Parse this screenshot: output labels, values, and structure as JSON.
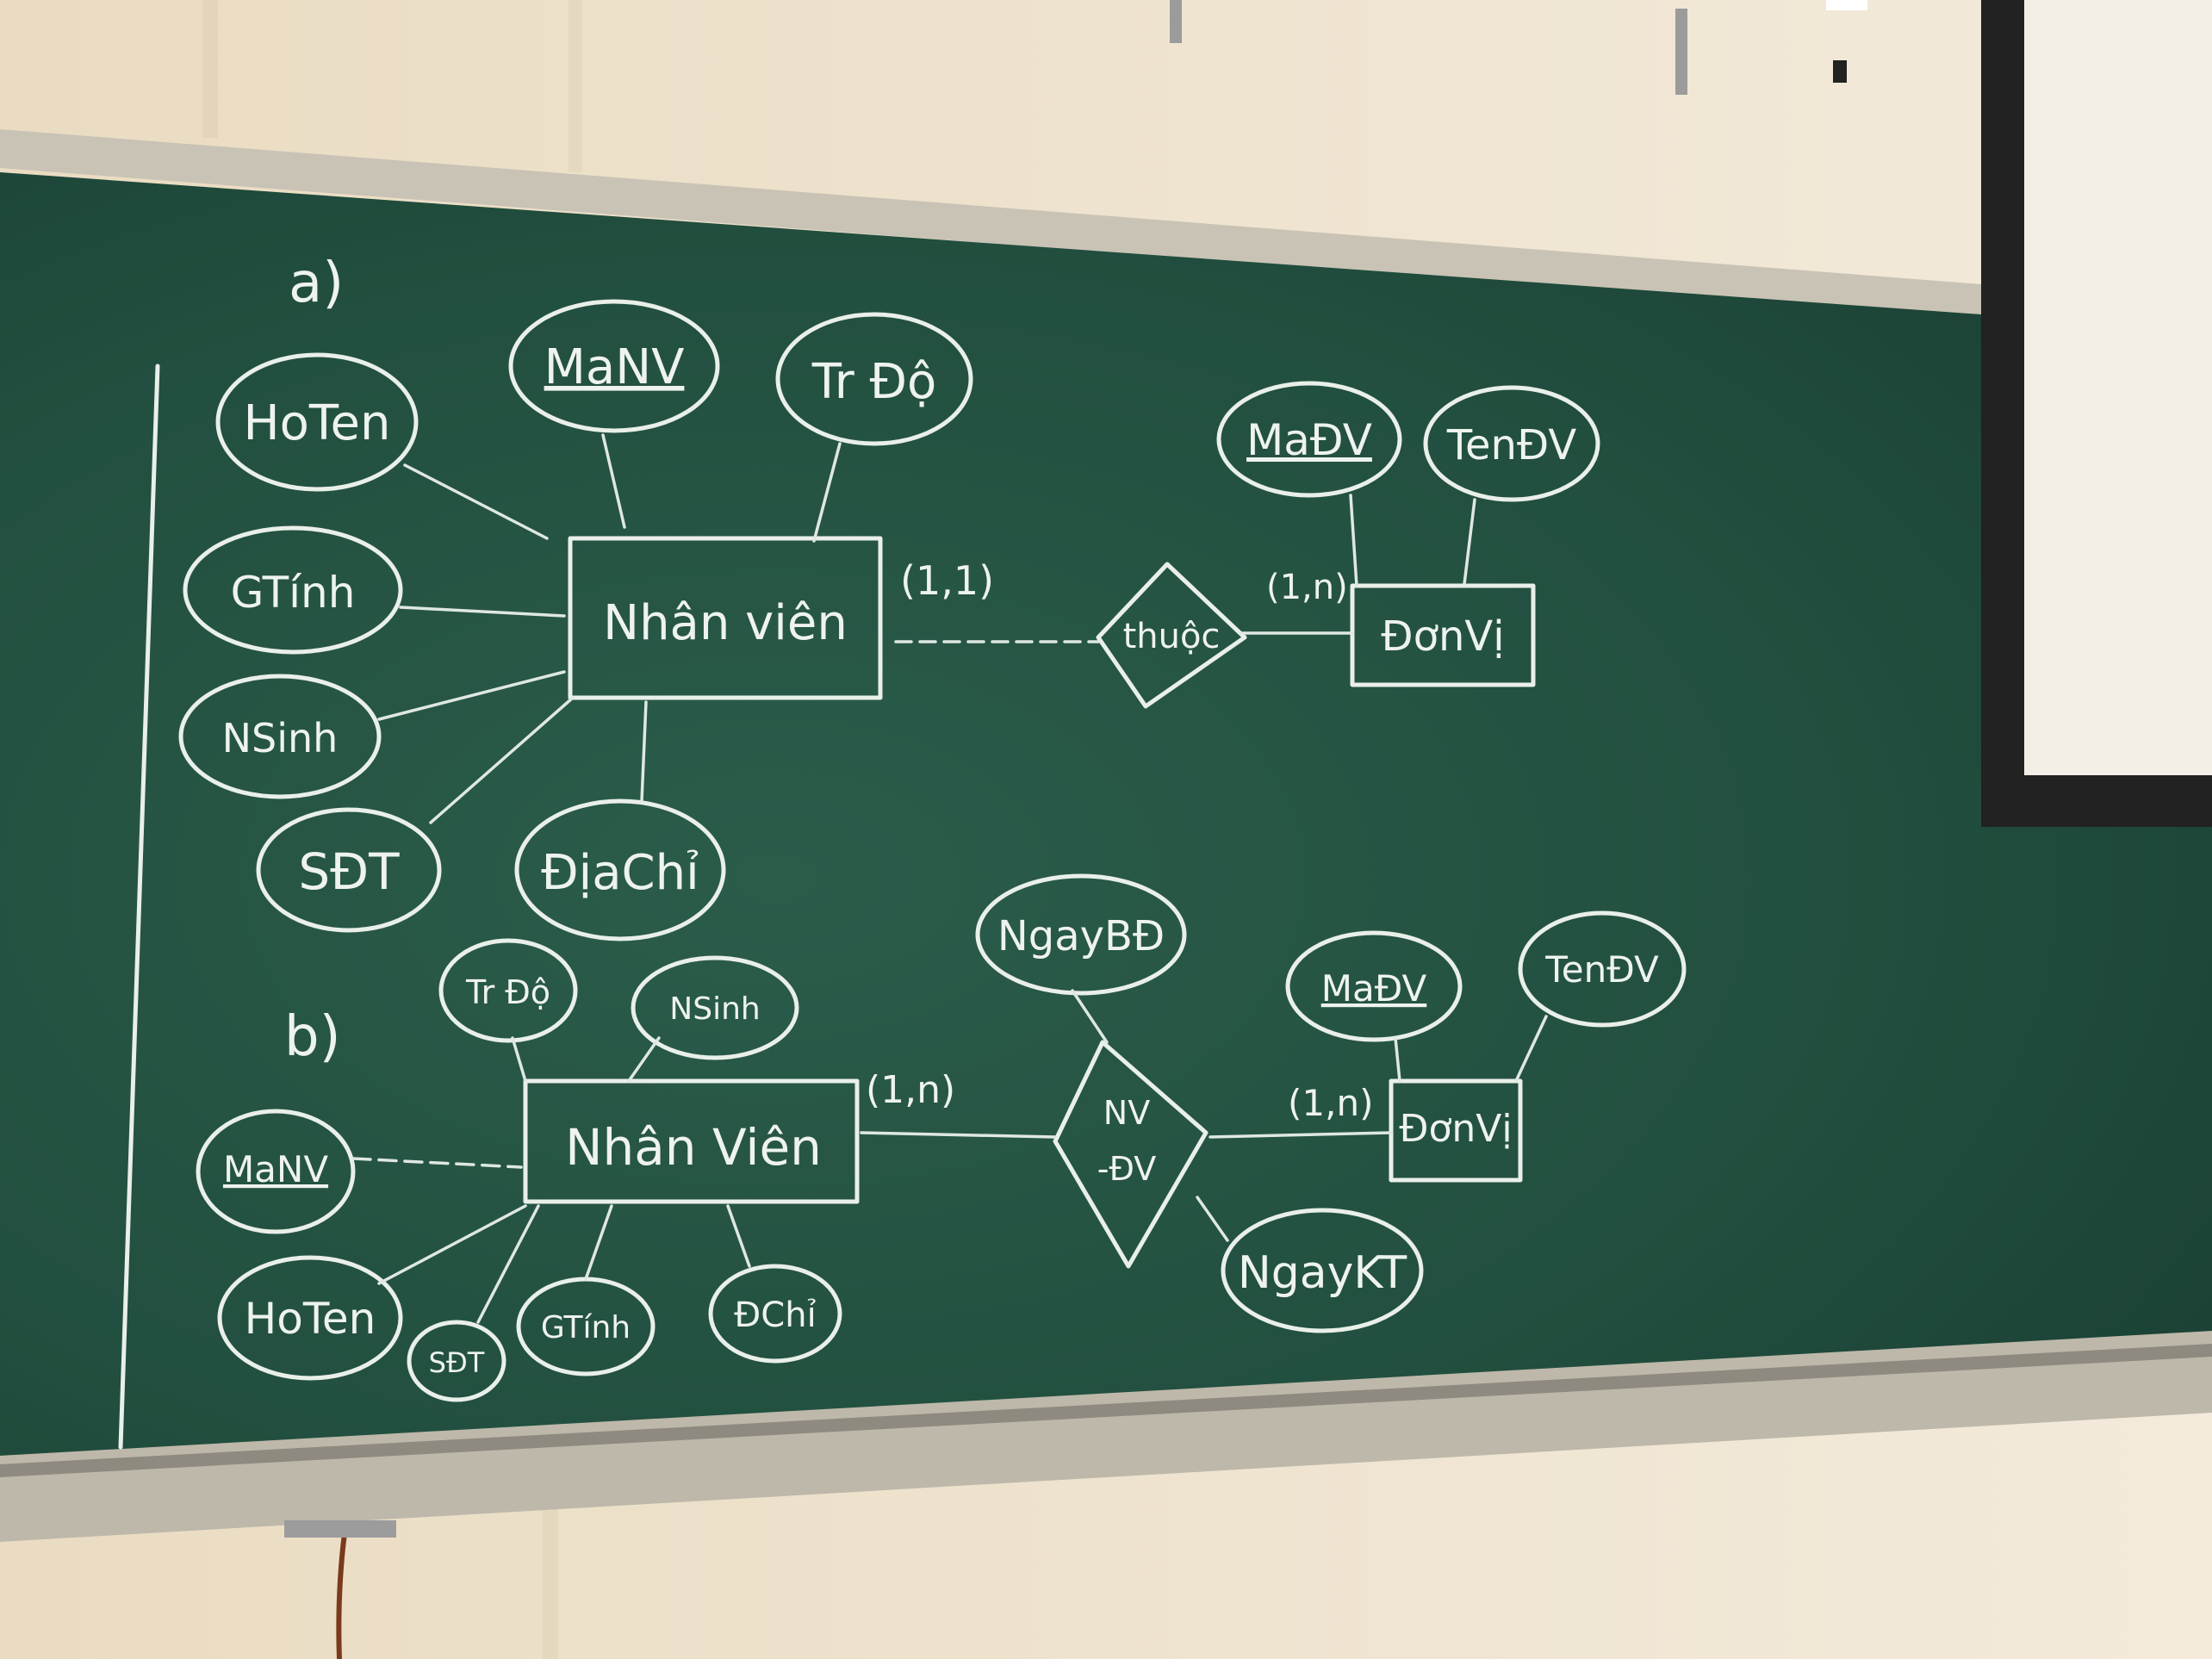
{
  "diagram_a": {
    "label": "a)",
    "entity_employee": "Nhân viên",
    "entity_unit": "ĐơnVị",
    "relationship": "thuộc",
    "card_employee": "(1,1)",
    "card_unit": "(1,n)",
    "attr_manv": "MaNV",
    "attr_trdo": "Tr Độ",
    "attr_hoten": "HoTen",
    "attr_gtinh": "GTính",
    "attr_nsinh": "NSinh",
    "attr_sdt": "SĐT",
    "attr_diachi": "ĐịaChỉ",
    "attr_madv": "MaĐV",
    "attr_tendv": "TenĐV"
  },
  "diagram_b": {
    "label": "b)",
    "entity_employee": "Nhân Viên",
    "entity_unit": "ĐơnVị",
    "relationship_line1": "NV",
    "relationship_line2": "-ĐV",
    "card_employee": "(1,n)",
    "card_unit": "(1,n)",
    "attr_ngaybd": "NgayBĐ",
    "attr_ngaykt": "NgayKT",
    "attr_trdo": "Tr Độ",
    "attr_nsinh": "NSinh",
    "attr_manv": "MaNV",
    "attr_hoten": "HoTen",
    "attr_sdt": "SĐT",
    "attr_gtinh": "GTính",
    "attr_diachi": "ĐChỉ",
    "attr_madv": "MaĐV",
    "attr_tendv": "TenĐV"
  },
  "colors": {
    "wall": "#efe4cf",
    "board": "#1f4a3b",
    "frame": "#b7b2a5",
    "chalk": "#e9efe9"
  }
}
